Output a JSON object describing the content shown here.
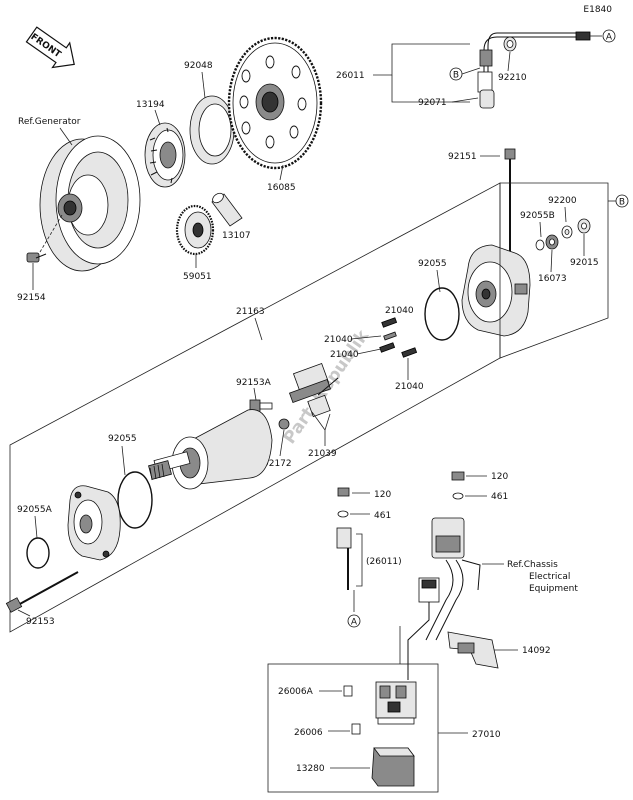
{
  "diagram_code": "E1840",
  "front_label": "FRONT",
  "watermark": "PartsRepublik",
  "refs": {
    "generator": "Ref.Generator",
    "chassis_line1": "Ref.Chassis",
    "chassis_line2": "Electrical",
    "chassis_line3": "Equipment"
  },
  "connectors": {
    "a": "A",
    "b": "B"
  },
  "parts": {
    "p92048": "92048",
    "p13194": "13194",
    "p16085": "16085",
    "p13107": "13107",
    "p59051": "59051",
    "p92154": "92154",
    "p26011": "26011",
    "p92210": "92210",
    "p92071": "92071",
    "p92151": "92151",
    "p92200": "92200",
    "p92055B": "92055B",
    "p16073": "16073",
    "p92015": "92015",
    "p92055_top": "92055",
    "p21163": "21163",
    "p21040_a": "21040",
    "p21040_b": "21040",
    "p21040_c": "21040",
    "p21040_d": "21040",
    "p92153A": "92153A",
    "p92172": "92172",
    "p21039": "21039",
    "p92055_left": "92055",
    "p92055A": "92055A",
    "p92153": "92153",
    "p120_a": "120",
    "p461_a": "461",
    "p120_b": "120",
    "p461_b": "461",
    "p26011_paren": "(26011)",
    "p14092": "14092",
    "p26006A": "26006A",
    "p26006": "26006",
    "p27010": "27010",
    "p13280": "13280"
  }
}
